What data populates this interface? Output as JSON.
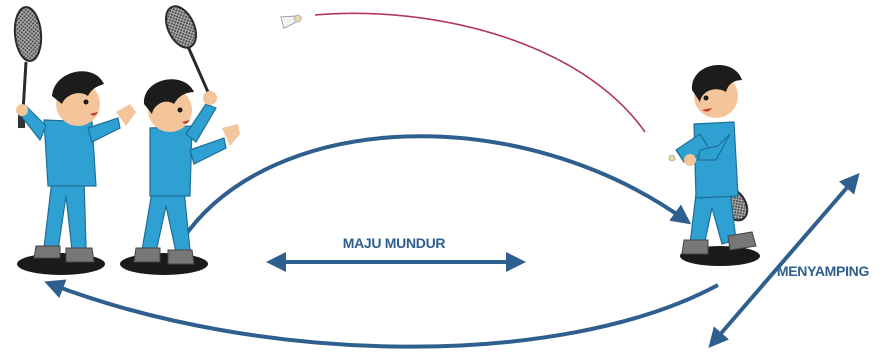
{
  "labels": {
    "forward_backward": "MAJU MUNDUR",
    "sideways": "MENYAMPING"
  },
  "figures": [
    {
      "name": "player-1",
      "pose": "racket raised, hand forward"
    },
    {
      "name": "player-2",
      "pose": "racket overhead, hand forward"
    },
    {
      "name": "player-3",
      "pose": "racket held low, swinging"
    }
  ],
  "colors": {
    "arrow": "#2f5f8e",
    "shuttle_path": "#b0365a",
    "shirt": "#2fa0d2",
    "hair": "#1c1c1c",
    "skin": "#f4c59a",
    "shadow": "#1a1a1a"
  },
  "icons": [
    "badminton-racket-icon",
    "shuttlecock-icon"
  ]
}
